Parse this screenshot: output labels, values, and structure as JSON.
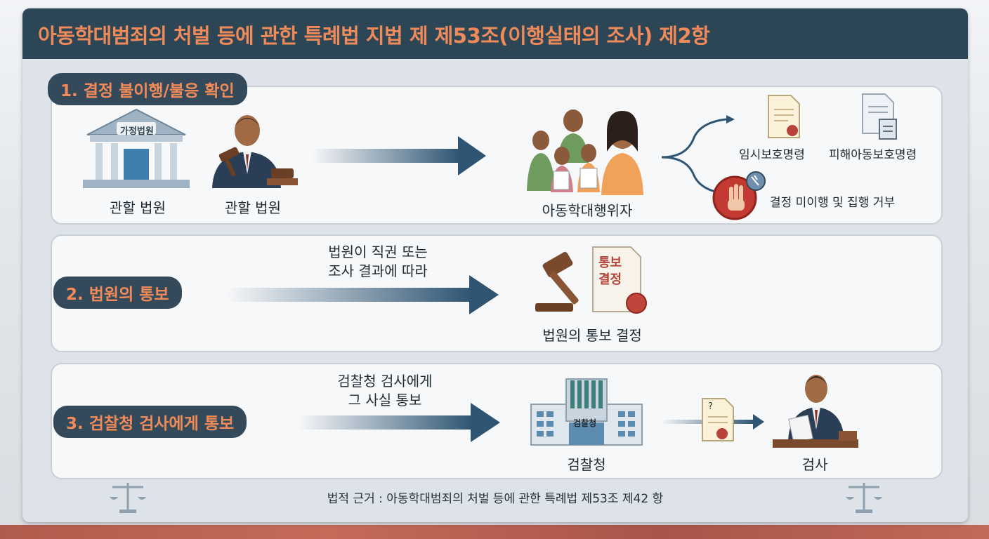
{
  "title": "아동학대범죄의 처벌 등에 관한 특례법 지법 제 제53조(이행실태의 조사) 제2항",
  "step1": {
    "label": "1. 결정 불이행/불응 확인",
    "court_sign": "가정법원",
    "court_building_label": "관할 법원",
    "judge_label": "관할 법원",
    "family_label": "아동학대행위자",
    "branch_top_1": "임시보호명령",
    "branch_top_2": "피해아동보호명령",
    "branch_bottom": "결정 미이행 및 집행 거부"
  },
  "step2": {
    "label": "2. 법원의 통보",
    "arrow_line1": "법원이 직권 또는",
    "arrow_line2": "조사 결과에 따라",
    "doc_line1": "통보",
    "doc_line2": "결정",
    "result_label": "법원의 통보 결정"
  },
  "step3": {
    "label": "3. 검찰청 검사에게 통보",
    "arrow_line1": "검찰청 검사에게",
    "arrow_line2": "그 사실 통보",
    "building_sign": "검찰청",
    "building_label": "검찰청",
    "doc_mark": "?",
    "prosecutor_label": "검사"
  },
  "footer": "법적 근거 : 아동학대범죄의 처벌 등에 관한 특례법 제53조 제42 항",
  "colors": {
    "header_bg": "#2d4656",
    "accent_orange": "#ef8a5a",
    "arrow_navy": "#2f5573"
  }
}
